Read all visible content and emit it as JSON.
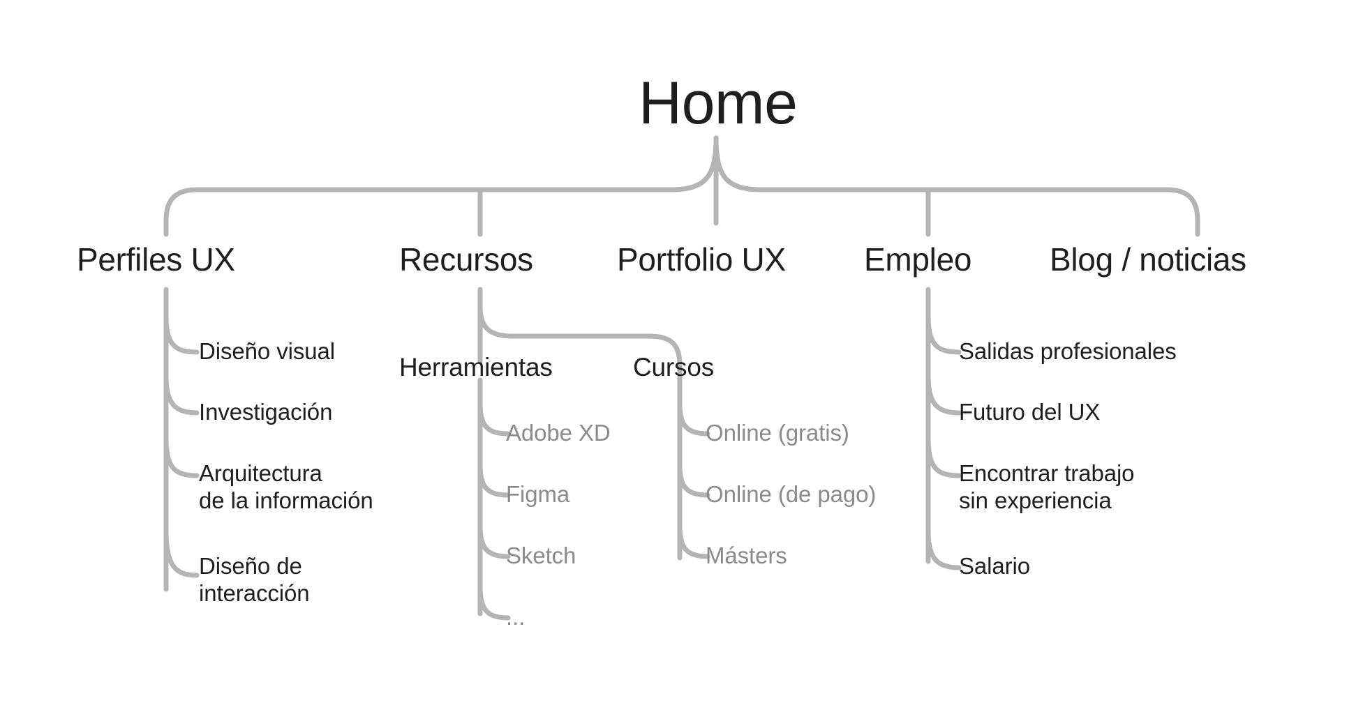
{
  "diagram": {
    "title": "Home",
    "type": "sitemap-tree",
    "colors": {
      "connector": "#b4b4b4",
      "text_primary": "#1e1e1e",
      "text_muted": "#8a8a8a",
      "background": "#ffffff"
    }
  },
  "root": {
    "label": "Home"
  },
  "sections": [
    {
      "label": "Perfiles UX",
      "children": [
        {
          "label": "Diseño visual",
          "muted": false
        },
        {
          "label": "Investigación",
          "muted": false
        },
        {
          "label": "Arquitectura",
          "line2": "de la información",
          "muted": false
        },
        {
          "label": "Diseño de",
          "line2": "interacción",
          "muted": false
        }
      ]
    },
    {
      "label": "Recursos",
      "subsections": [
        {
          "label": "Herramientas",
          "children": [
            {
              "label": "Adobe XD",
              "muted": true
            },
            {
              "label": "Figma",
              "muted": true
            },
            {
              "label": "Sketch",
              "muted": true
            },
            {
              "label": "...",
              "muted": true
            }
          ]
        },
        {
          "label": "Cursos",
          "children": [
            {
              "label": "Online (gratis)",
              "muted": true
            },
            {
              "label": "Online (de pago)",
              "muted": true
            },
            {
              "label": "Másters",
              "muted": true
            }
          ]
        }
      ]
    },
    {
      "label": "Portfolio UX",
      "children": []
    },
    {
      "label": "Empleo",
      "children": [
        {
          "label": "Salidas profesionales",
          "muted": false
        },
        {
          "label": "Futuro del UX",
          "muted": false
        },
        {
          "label": "Encontrar trabajo",
          "line2": "sin experiencia",
          "muted": false
        },
        {
          "label": "Salario",
          "muted": false
        }
      ]
    },
    {
      "label": "Blog / noticias",
      "children": []
    }
  ]
}
